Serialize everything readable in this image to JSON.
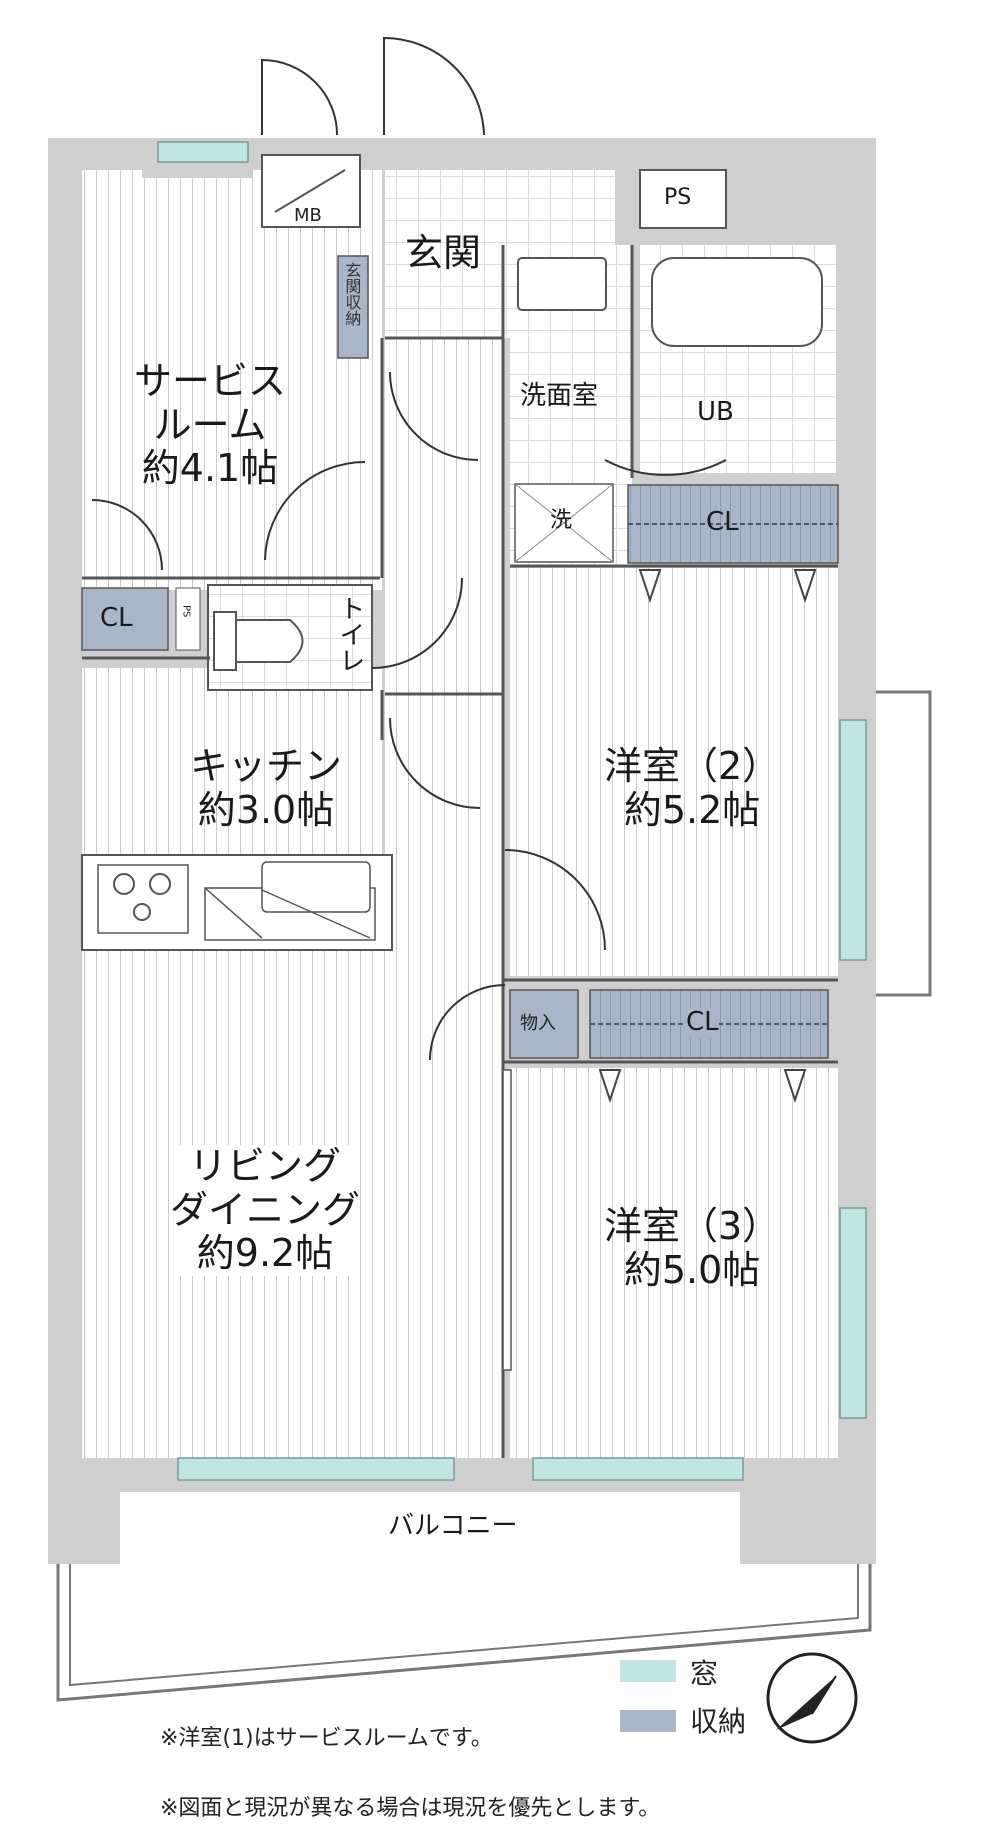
{
  "rooms": {
    "service_room": [
      "サービス",
      "ルーム",
      "約4.1帖"
    ],
    "kitchen": [
      "キッチン",
      "約3.0帖"
    ],
    "living": [
      "リビング",
      "ダイニング",
      "約9.2帖"
    ],
    "room2": [
      "洋室（2）",
      "約5.2帖"
    ],
    "room3": [
      "洋室（3）",
      "約5.0帖"
    ]
  },
  "labels": {
    "entrance": "玄関",
    "entrance_storage": "玄関収納",
    "washroom": "洗面室",
    "bath": "UB",
    "washer": "洗",
    "toilet": "トイレ",
    "mb": "MB",
    "ps": "PS",
    "ps_small": "PS",
    "cl_service": "CL",
    "cl_room2": "CL",
    "cl_room3": "CL",
    "storage": "物入",
    "balcony": "バルコニー"
  },
  "legend": {
    "window_label": "窓",
    "storage_label": "収納",
    "window_color": "#bfe6e3",
    "storage_color": "#a9b6c8"
  },
  "notes": [
    "※洋室(1)はサービスルームです。",
    "※図面と現況が異なる場合は現況を優先とします。"
  ],
  "colors": {
    "wall": "#cfcfcf",
    "floor_line": "#c4c4c4",
    "tile_line": "#d8d8d8"
  }
}
